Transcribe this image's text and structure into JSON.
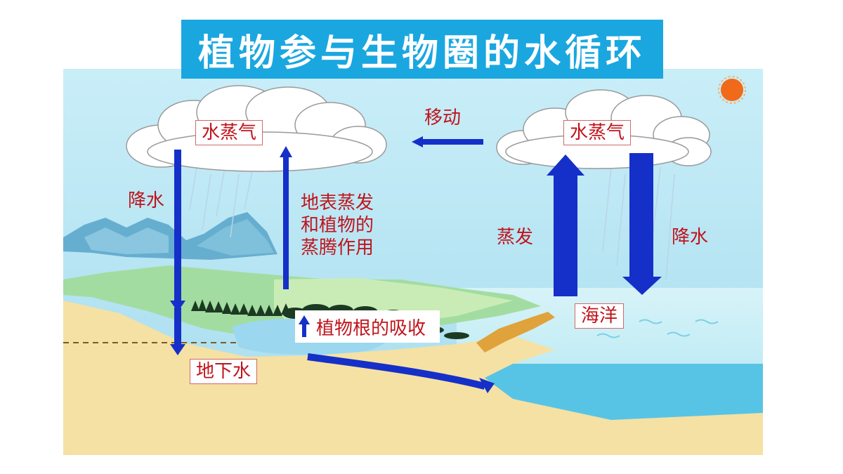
{
  "title": "植物参与生物圈的水循环",
  "labels": {
    "vapor_left": "水蒸气",
    "vapor_right": "水蒸气",
    "move": "移动",
    "precip_left": "降水",
    "evap_line1": "地表蒸发",
    "evap_line2": "和植物的",
    "evap_line3": "蒸腾作用",
    "evap_ocean": "蒸发",
    "precip_right": "降水",
    "ocean": "海洋",
    "root_absorb": "植物根的吸收",
    "groundwater": "地下水"
  },
  "icons": [
    "cloud-icon",
    "sun-icon",
    "mountain-icon",
    "tree-icon",
    "arrow-icon"
  ],
  "colors": {
    "title_bg": "#1aa7e0",
    "sky": "#aee3f2",
    "land": "#f4dfa0",
    "ocean": "#c9eef7",
    "arrow": "#1530c8",
    "label_text": "#c0141c"
  }
}
